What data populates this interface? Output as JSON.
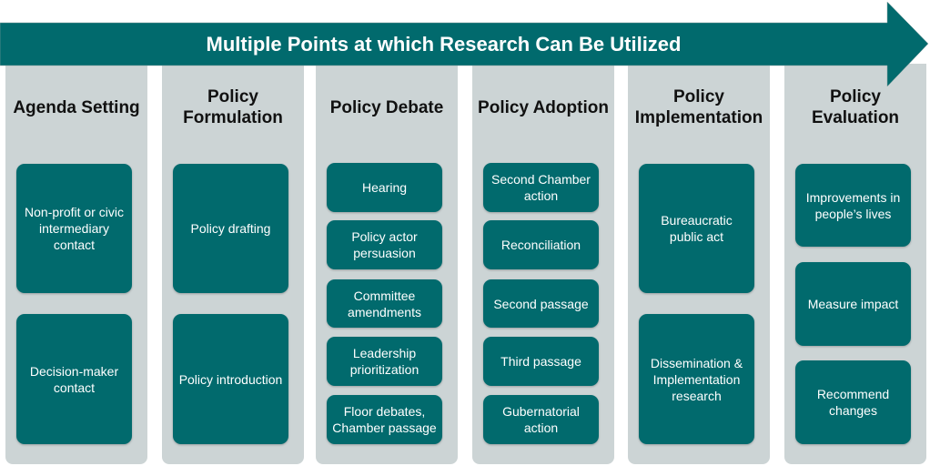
{
  "title": "Multiple Points at which Research Can Be Utilized",
  "colors": {
    "teal": "#016a6d",
    "column": "#ccd4d5"
  },
  "stages": [
    {
      "heading": "Agenda Setting",
      "items": [
        "Non-profit or civic intermediary contact",
        "Decision-maker contact"
      ]
    },
    {
      "heading": "Policy Formulation",
      "items": [
        "Policy drafting",
        "Policy introduction"
      ]
    },
    {
      "heading": "Policy Debate",
      "items": [
        "Hearing",
        "Policy actor persuasion",
        "Committee amendments",
        "Leadership prioritization",
        "Floor debates, Chamber passage"
      ]
    },
    {
      "heading": "Policy Adoption",
      "items": [
        "Second Chamber action",
        "Reconciliation",
        "Second passage",
        "Third passage",
        "Gubernatorial action"
      ]
    },
    {
      "heading": "Policy Implementation",
      "items": [
        "Bureaucratic public act",
        "Dissemination & Implementation research"
      ]
    },
    {
      "heading": "Policy Evaluation",
      "items": [
        "Improvements in people’s lives",
        "Measure impact",
        "Recommend changes"
      ]
    }
  ]
}
